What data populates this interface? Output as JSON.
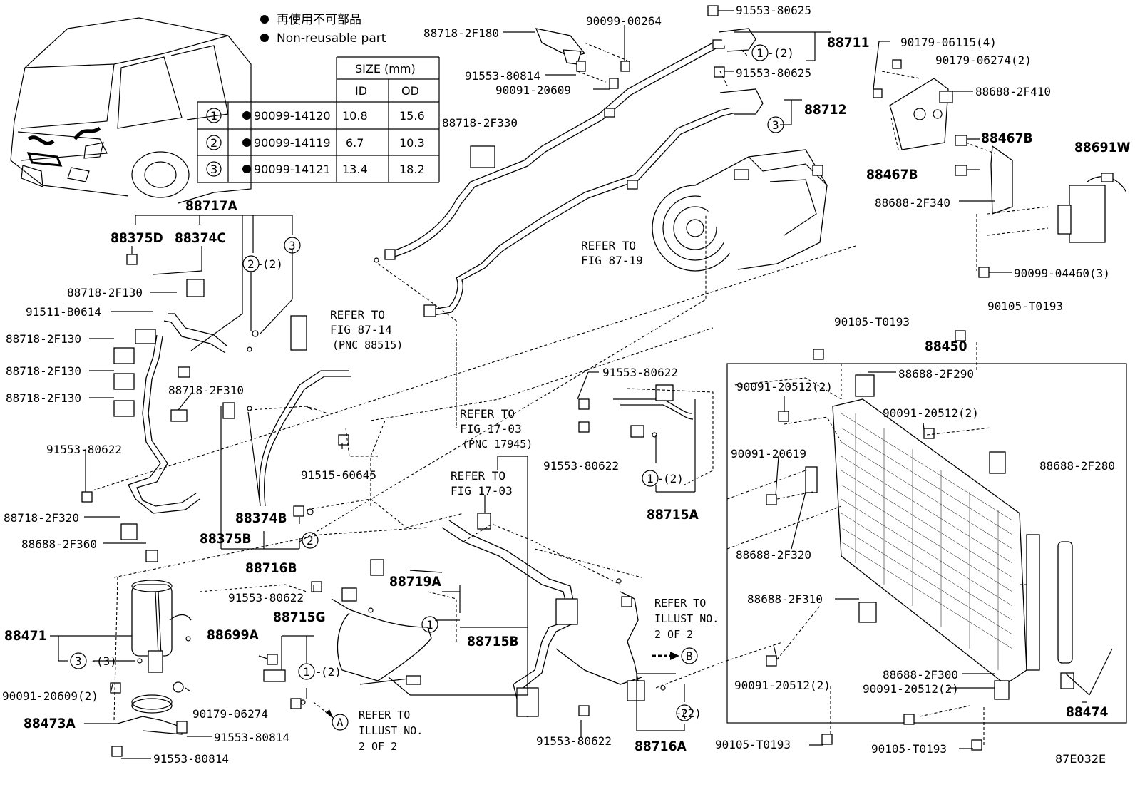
{
  "legend": {
    "jp": "再使用不可部品",
    "en": "Non-reusable part"
  },
  "size_table": {
    "header": "SIZE (mm)",
    "col_id": "ID",
    "col_od": "OD",
    "rows": [
      {
        "no": "1",
        "part": "90099-14120",
        "id": "10.8",
        "od": "15.6"
      },
      {
        "no": "2",
        "part": "90099-14119",
        "id": "6.7",
        "od": "10.3"
      },
      {
        "no": "3",
        "part": "90099-14121",
        "id": "13.4",
        "od": "18.2"
      }
    ]
  },
  "labels": {
    "p88718_2F180": "88718-2F180",
    "p90099_00264": "90099-00264",
    "p91553_80625a": "91553-80625",
    "p88711": "88711",
    "p91553_80625b": "91553-80625",
    "p88712": "88712",
    "p91553_80814a": "91553-80814",
    "p90091_20609a": "90091-20609",
    "p88718_2F330": "88718-2F330",
    "p90179_06115": "90179-06115(4)",
    "p90179_06274a": "90179-06274(2)",
    "p88688_2F410": "88688-2F410",
    "p88467B_a": "88467B",
    "p88467B_b": "88467B",
    "p88691W": "88691W",
    "p88688_2F340": "88688-2F340",
    "p90099_04460": "90099-04460(3)",
    "p88717A": "88717A",
    "p88375D": "88375D",
    "p88374C": "88374C",
    "p88718_2F130a": "88718-2F130",
    "p91511_B0614": "91511-B0614",
    "p88718_2F130b": "88718-2F130",
    "p88718_2F130c": "88718-2F130",
    "p88718_2F130d": "88718-2F130",
    "p88718_2F310a": "88718-2F310",
    "p91553_80622a": "91553-80622",
    "p88718_2F320": "88718-2F320",
    "p88688_2F360": "88688-2F360",
    "p88374B": "88374B",
    "p88375B": "88375B",
    "p88716B": "88716B",
    "p91515_60645": "91515-60645",
    "p91553_80622b": "91553-80622",
    "p91553_80622c": "91553-80622",
    "p88715A": "88715A",
    "p90105_T0193a": "90105-T0193",
    "p90105_T0193b": "90105-T0193",
    "p88450": "88450",
    "p90091_20512a": "90091-20512(2)",
    "p88688_2F290": "88688-2F290",
    "p90091_20512b": "90091-20512(2)",
    "p90091_20619": "90091-20619",
    "p88688_2F280": "88688-2F280",
    "p88688_2F320": "88688-2F320",
    "p88688_2F310": "88688-2F310",
    "p90091_20512c": "90091-20512(2)",
    "p88688_2F300": "88688-2F300",
    "p90091_20512d": "90091-20512(2)",
    "p88474": "88474",
    "p90105_T0193c": "90105-T0193",
    "p90105_T0193d": "90105-T0193",
    "p88471": "88471",
    "p91553_80622d": "91553-80622",
    "p88715G": "88715G",
    "p88699A": "88699A",
    "p88719A": "88719A",
    "p88715B": "88715B",
    "p90091_20609b": "90091-20609(2)",
    "p90179_06274b": "90179-06274",
    "p88473A": "88473A",
    "p91553_80814b": "91553-80814",
    "p91553_80814c": "91553-80814",
    "p91553_80622e": "91553-80622",
    "p88716A": "88716A",
    "q2_2a": "(2)",
    "q2_2b": "(2)",
    "q1_2a": "(2)",
    "q1_2b": "(2)",
    "q1_2c": "(2)",
    "q2_2c": "(2)",
    "q3_3": "(3)"
  },
  "circles": {
    "c1": "1",
    "c2": "2",
    "c3": "3",
    "cA": "A",
    "cB": "B"
  },
  "refs": {
    "r87_19a": "REFER TO",
    "r87_19b": "FIG 87-19",
    "r87_14a": "REFER TO",
    "r87_14b": "FIG 87-14",
    "r87_14c": "(PNC 88515)",
    "r17_03a": "REFER TO",
    "r17_03b": "FIG 17-03",
    "r17_03c": "(PNC 17945)",
    "r17_03d": "REFER TO",
    "r17_03e": "FIG 17-03",
    "rA1": "REFER TO",
    "rA2": "ILLUST NO.",
    "rA3": "2 OF 2",
    "rB1": "REFER TO",
    "rB2": "ILLUST NO.",
    "rB3": "2 OF 2"
  },
  "code": "87E032E"
}
